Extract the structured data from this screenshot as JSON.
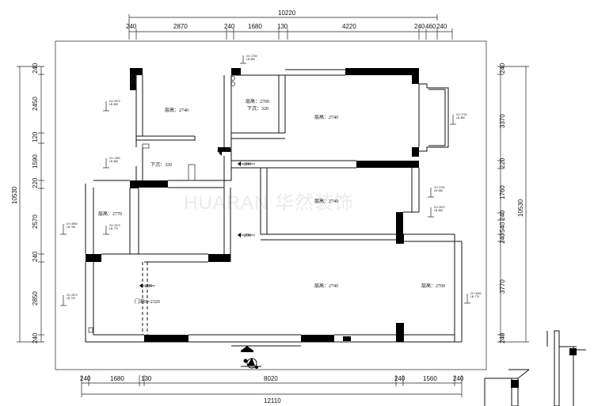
{
  "dimensions": {
    "top_total": "10220",
    "top": [
      "240",
      "2870",
      "240",
      "1680",
      "130",
      "4220",
      "240",
      "460",
      "240"
    ],
    "bottom_total": "12110",
    "bottom": [
      "240",
      "1680",
      "130",
      "8020",
      "240",
      "1560",
      "240"
    ],
    "left_total": "10530",
    "left": [
      "240",
      "2450",
      "120",
      "1590",
      "220",
      "2570",
      "240",
      "2850",
      "240"
    ],
    "right_total": "10530",
    "right": [
      "240",
      "3370",
      "220",
      "1760",
      "240",
      "540",
      "240",
      "3770",
      "240"
    ]
  },
  "rooms": {
    "bedroom_tl": "层高：2740",
    "bath_ceiling": "层高：2700",
    "bath_drop": "下沉：320",
    "master": "层高：2740",
    "drop_small": "下沉：320",
    "small_room": "层高：2770",
    "mid_bedroom": "层高：2740",
    "living": "层高：2740",
    "dining": "层高：2700",
    "door_note": "门洞H=2320"
  },
  "levels": {
    "l1": "-280",
    "l2": "-280",
    "l3": "-290",
    "l4": "-290"
  },
  "markers": {
    "m_top": [
      "CH: 2750",
      "LB: 850"
    ],
    "m_tl": [
      "CH: 2670",
      "LB: 850"
    ],
    "m_l2": [
      "CH: 1350",
      "LB: 850"
    ],
    "m_l3": [
      "CH: 2670",
      "LB: 770"
    ],
    "m_l4": [
      "CH: 3950",
      "LB: 780"
    ],
    "m_l5": [
      "CH: 2670",
      "LB: 700"
    ],
    "m_r1": [
      "CH: 2700",
      "LB: 850"
    ],
    "m_r2": [
      "CH: 2700",
      "LB: 850"
    ],
    "m_r3": [
      "CH: 2670",
      "LB: 850"
    ],
    "m_r4": [
      "CH: 3640",
      "LB: 770"
    ]
  },
  "watermark": "HUARAN 华然装饰"
}
